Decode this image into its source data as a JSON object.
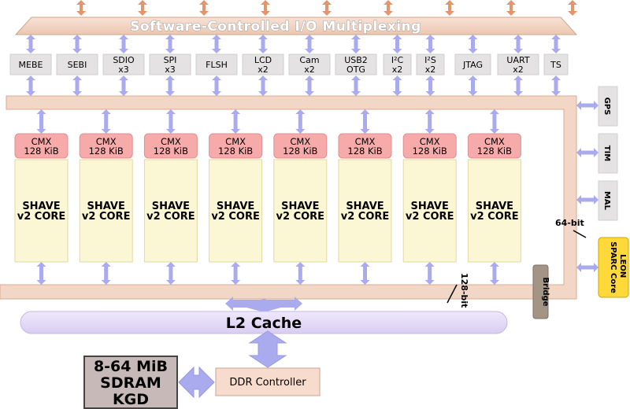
{
  "title": "Software-Controlled I/O Multiplexing",
  "io_blocks": [
    {
      "line1": "MEBE",
      "line2": ""
    },
    {
      "line1": "SEBI",
      "line2": ""
    },
    {
      "line1": "SDIO",
      "line2": "x3"
    },
    {
      "line1": "SPI",
      "line2": "x3"
    },
    {
      "line1": "FLSH",
      "line2": ""
    },
    {
      "line1": "LCD",
      "line2": "x2"
    },
    {
      "line1": "Cam",
      "line2": "x2"
    },
    {
      "line1": "USB2",
      "line2": "OTG"
    },
    {
      "line1": "I²C",
      "line2": "x2"
    },
    {
      "line1": "I²S",
      "line2": "x2"
    },
    {
      "line1": "JTAG",
      "line2": ""
    },
    {
      "line1": "UART",
      "line2": "x2"
    },
    {
      "line1": "TS",
      "line2": ""
    }
  ],
  "cmx_line1": "CMX",
  "cmx_line2": "128 KiB",
  "core_line1": "SHAVE",
  "core_line2": "v2 CORE",
  "core_count": 8,
  "side_blocks": [
    "GPS",
    "TIM",
    "MAL"
  ],
  "leon": {
    "line1": "LEON",
    "line2": "SPARC Core"
  },
  "bridge": "Bridge",
  "bus_64": "64-bit",
  "bus_128": "128-bit",
  "l2_cache": "L2 Cache",
  "ddr_controller": "DDR Controller",
  "sdram": [
    "8-64 MiB",
    "SDRAM",
    "KGD"
  ],
  "colors": {
    "bus": "#f3d7c6",
    "bus_edge": "#d9a98d",
    "io_box": "#e4e2e2",
    "cmx": "#f6aaaa",
    "core": "#fbf6d4",
    "arrow_blue": "#aaaaee",
    "arrow_orange": "#e3956e",
    "cache": "#e6ddf8",
    "sdram": "#c8b9b9",
    "leon": "#ffd93a",
    "bridge": "#a39485"
  }
}
